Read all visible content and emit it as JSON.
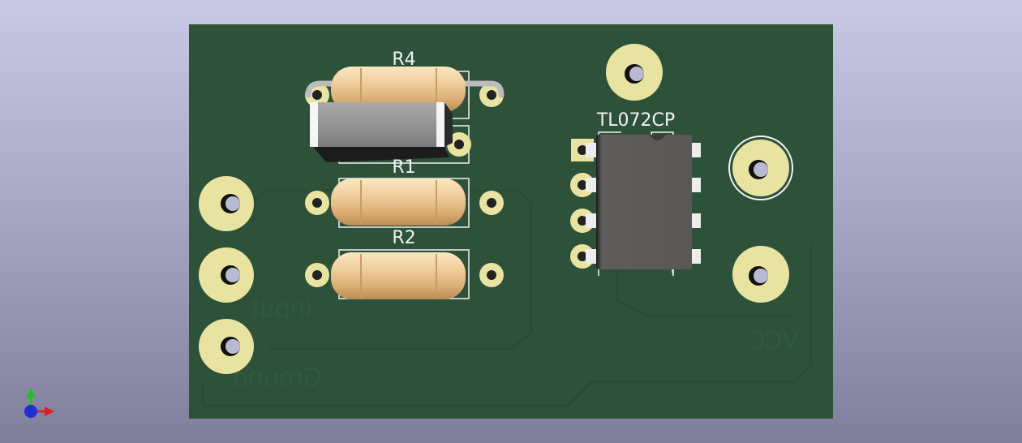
{
  "board": {
    "components": {
      "r4": "R4",
      "r1": "R1",
      "r2": "R2",
      "ic": "TL072CP"
    },
    "back_silkscreen": {
      "vcc": "VCC",
      "ground": "Ground",
      "input": "input"
    }
  },
  "colors": {
    "board": "#2d5239",
    "pad": "#e9e3a2",
    "resistor_body": "#e8c08c",
    "ic_body": "#5e5c5a",
    "axis_x": "#e02020",
    "axis_y": "#20c020",
    "axis_z": "#2030d0"
  },
  "icons": [
    "axis-gizmo-icon"
  ]
}
